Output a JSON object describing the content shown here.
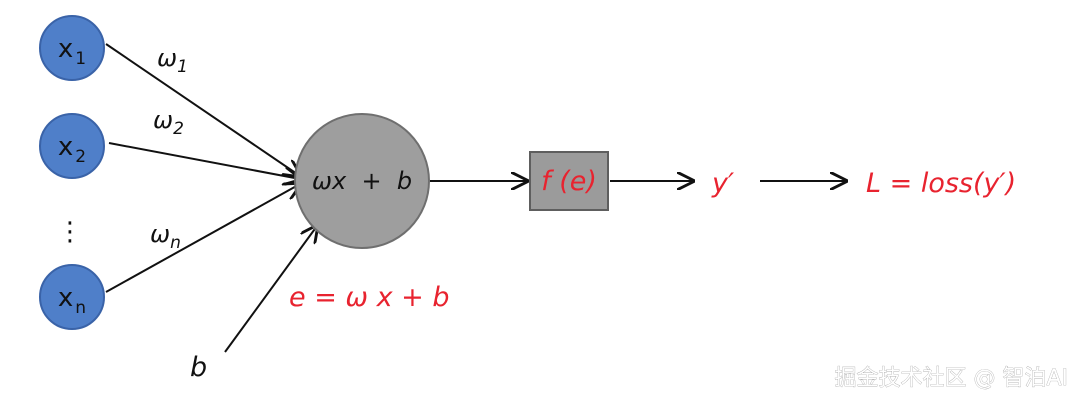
{
  "diagram": {
    "inputs": [
      {
        "main": "x",
        "sub": "1"
      },
      {
        "main": "x",
        "sub": "2"
      },
      {
        "main": "x",
        "sub": "n"
      }
    ],
    "ellipsis": "⋮",
    "weights": [
      {
        "main": "ω",
        "sub": "1"
      },
      {
        "main": "ω",
        "sub": "2"
      },
      {
        "main": "ω",
        "sub": "n"
      }
    ],
    "bias": "b",
    "sum_node": "ωx  +  b",
    "activation": "f (e)",
    "output": "y′",
    "loss": "L = loss(y′)",
    "equation": "e = ω x + b",
    "colors": {
      "input_fill": "#4f7fc9",
      "input_stroke": "#3a63a8",
      "sum_fill": "#9e9e9e",
      "box_fill": "#9b9b9b",
      "accent_red": "#e8232f"
    }
  },
  "watermark": "掘金技术社区 @ 智泊AI"
}
